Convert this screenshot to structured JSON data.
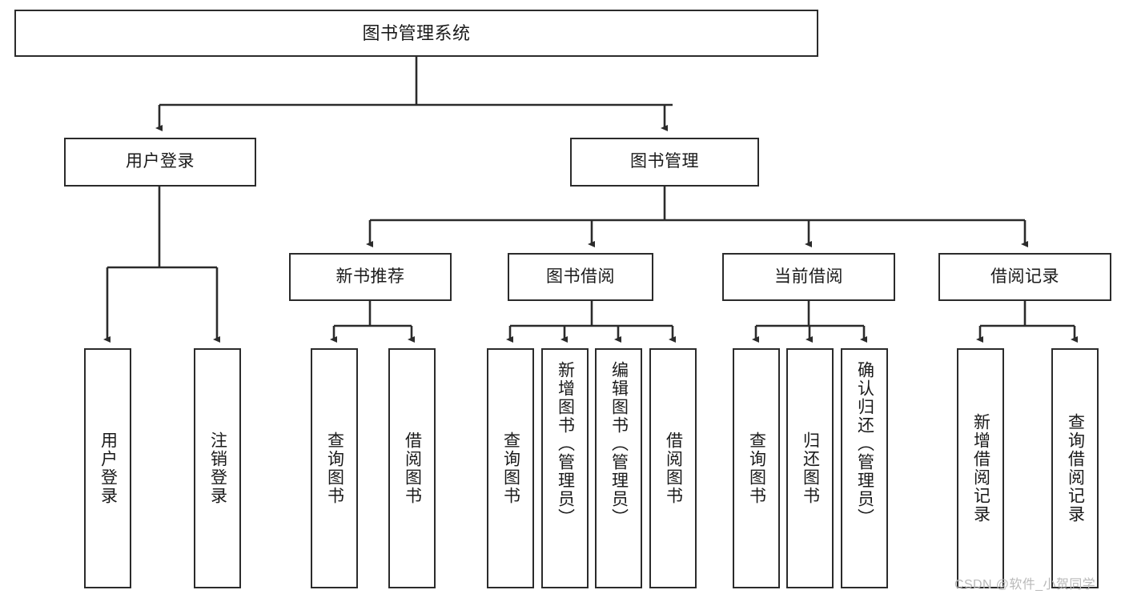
{
  "diagram": {
    "title": "图书管理系统",
    "type": "tree-hierarchy-chart",
    "root": {
      "label": "图书管理系统"
    },
    "level2": [
      {
        "label": "用户登录"
      },
      {
        "label": "图书管理"
      }
    ],
    "level3": [
      {
        "label": "新书推荐"
      },
      {
        "label": "图书借阅"
      },
      {
        "label": "当前借阅"
      },
      {
        "label": "借阅记录"
      }
    ],
    "leaves": {
      "user_login": [
        {
          "label": "用户登录"
        },
        {
          "label": "注销登录"
        }
      ],
      "new_book_recommend": [
        {
          "label": "查询图书"
        },
        {
          "label": "借阅图书"
        }
      ],
      "book_borrow": [
        {
          "label": "查询图书"
        },
        {
          "label": "新增图书（管理员）"
        },
        {
          "label": "编辑图书（管理员）"
        },
        {
          "label": "借阅图书"
        }
      ],
      "current_borrow": [
        {
          "label": "查询图书"
        },
        {
          "label": "归还图书"
        },
        {
          "label": "确认归还（管理员）"
        }
      ],
      "borrow_record": [
        {
          "label": "新增借阅记录"
        },
        {
          "label": "查询借阅记录"
        }
      ]
    }
  },
  "watermark": {
    "text": "CSDN @软件_小贺同学"
  },
  "colors": {
    "stroke": "#2b2b2b",
    "fill": "#ffffff",
    "text": "#1a1a1a",
    "watermark": "#b9b9b9"
  }
}
